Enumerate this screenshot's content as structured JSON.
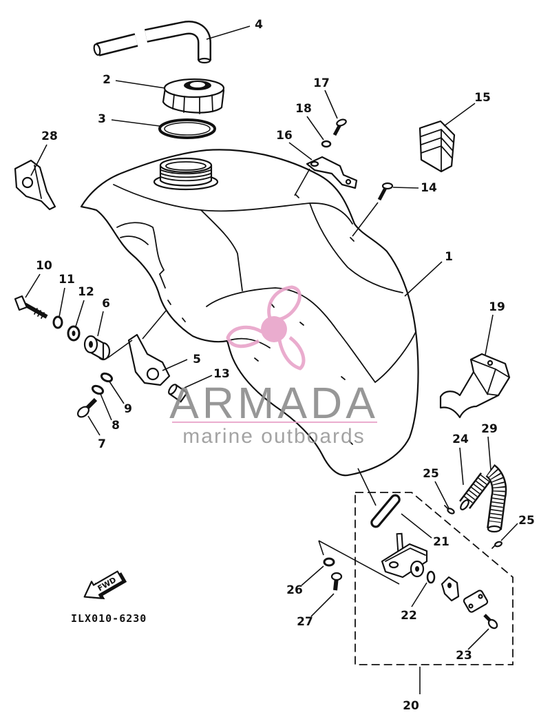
{
  "diagram": {
    "code": "ILX010-6230",
    "fwd_label": "FWD",
    "callouts": [
      "1",
      "2",
      "3",
      "4",
      "5",
      "6",
      "7",
      "8",
      "9",
      "10",
      "11",
      "12",
      "13",
      "14",
      "15",
      "16",
      "17",
      "18",
      "19",
      "20",
      "21",
      "22",
      "23",
      "24",
      "25",
      "25",
      "26",
      "27",
      "28",
      "29"
    ]
  },
  "watermark": {
    "brand": "ARMADA",
    "tagline": "marine outboards",
    "accent_color": "#e8a4c9",
    "text_color": "#8c8c8c"
  }
}
